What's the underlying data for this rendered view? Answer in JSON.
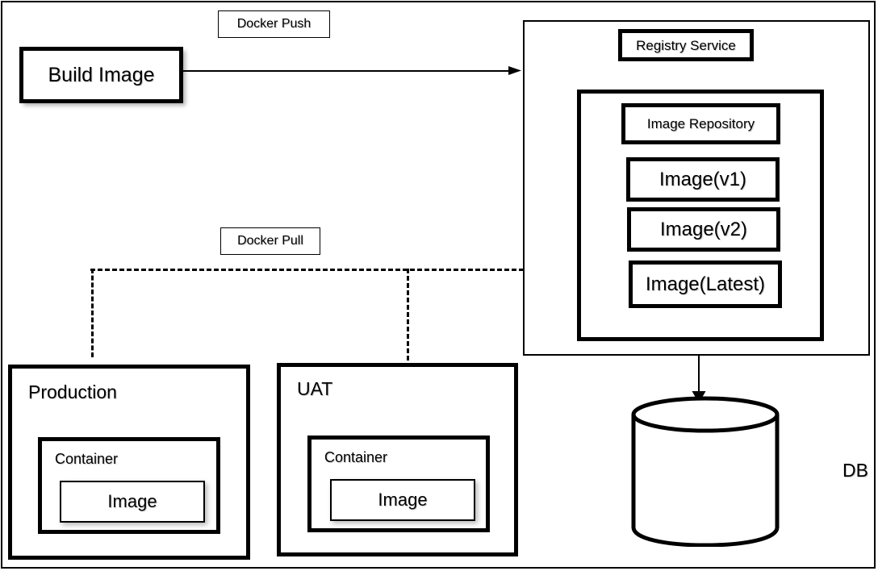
{
  "diagram": {
    "title": "Docker image build, push, pull and registry workflow",
    "stroke_color": "#000000",
    "background_color": "#ffffff"
  },
  "nodes": {
    "build_image": {
      "label": "Build Image"
    },
    "docker_push": {
      "label": "Docker Push"
    },
    "docker_pull": {
      "label": "Docker Pull"
    },
    "registry_service": {
      "label": "Registry Service"
    },
    "image_repository": {
      "label": "Image Repository"
    },
    "image_v1": {
      "label": "Image(v1)"
    },
    "image_v2": {
      "label": "Image(v2)"
    },
    "image_latest": {
      "label": "Image(Latest)"
    },
    "production": {
      "label": "Production"
    },
    "uat": {
      "label": "UAT"
    },
    "production_container": {
      "label": "Container"
    },
    "production_image": {
      "label": "Image"
    },
    "uat_container": {
      "label": "Container"
    },
    "uat_image": {
      "label": "Image"
    },
    "db": {
      "label": "DB"
    }
  },
  "edges": [
    {
      "from": "build_image",
      "to": "registry_service",
      "style": "solid-arrow",
      "label": "Docker Push"
    },
    {
      "from": "registry_service",
      "to": "production",
      "style": "dashed",
      "label": "Docker Pull"
    },
    {
      "from": "registry_service",
      "to": "uat",
      "style": "dashed",
      "label": "Docker Pull"
    },
    {
      "from": "registry_service",
      "to": "db",
      "style": "solid-arrow",
      "label": ""
    }
  ]
}
